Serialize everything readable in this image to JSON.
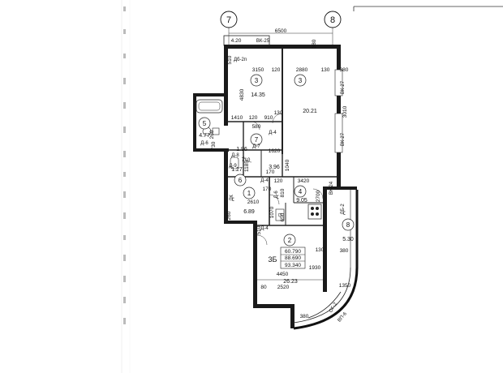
{
  "axes": [
    {
      "id": "axis-7",
      "label": "7"
    },
    {
      "id": "axis-8",
      "label": "8"
    }
  ],
  "room_numbers": [
    "3",
    "3",
    "5",
    "7",
    "6",
    "1",
    "4",
    "2",
    "8"
  ],
  "areas": [
    "14.35",
    "20.21",
    "4.77",
    "3.96",
    "6.89",
    "9.05",
    "26.23",
    "5.30",
    "1.27",
    "1.96"
  ],
  "apartment": {
    "type": "3Б",
    "totals": [
      "60.790",
      "88.690",
      "93.340"
    ]
  },
  "dimensions": [
    "6500",
    "4.20",
    "3150",
    "120",
    "2880",
    "130",
    "4830",
    "510",
    "1410",
    "120",
    "910",
    "580",
    "130",
    "1620",
    "1040",
    "710",
    "3420",
    "120",
    "170",
    "2610",
    "810",
    "2700",
    "260",
    "1070",
    "650",
    "510",
    "4450",
    "1930",
    "2520",
    "1350",
    "380",
    "130",
    "380",
    "80",
    "380",
    "380",
    "1185",
    "3010",
    "170",
    "730",
    "260"
  ],
  "element_labels": [
    "ВК-25",
    "Дб-2п",
    "ВК-27",
    "ВК-27",
    "Д-4",
    "Д-8",
    "Д-4",
    "Д-6",
    "ДК",
    "Д-4",
    "ВК-24",
    "ДБ-2",
    "ОГ-2",
    "ВП-6",
    "Д-7",
    "Д-9",
    "Д-6"
  ],
  "colors": {
    "wall": "#1a1a1a",
    "line": "#222222",
    "background": "#ffffff"
  }
}
